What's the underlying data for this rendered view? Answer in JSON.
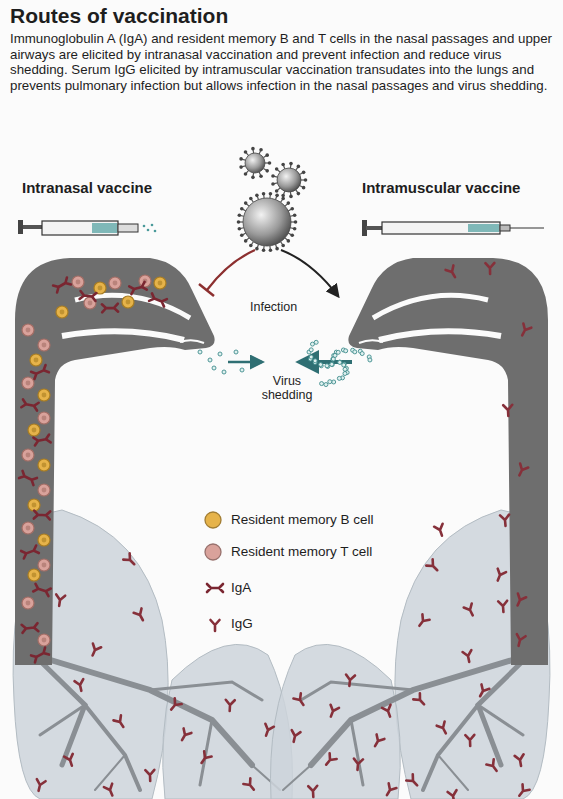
{
  "diagram": {
    "title": "Routes of vaccination",
    "caption": "Immunoglobulin A (IgA) and resident memory B and T cells in the nasal passages and upper airways are elicited by intranasal vaccination and prevent infection and reduce virus shedding. Serum IgG elicited by intramuscular vaccination transudates into the lungs and prevents pulmonary infection but allows infection in the nasal passages and virus shedding.",
    "labels": [
      "Intranasal vaccine",
      "Intramuscular vaccine",
      "Infection",
      "Virus shedding"
    ],
    "legend": [
      {
        "text": "Resident memory B cell",
        "color": "#e6b34a"
      },
      {
        "text": "Resident memory T cell",
        "color": "#d9a29b"
      },
      {
        "text": "IgA"
      },
      {
        "text": "IgG"
      }
    ]
  }
}
